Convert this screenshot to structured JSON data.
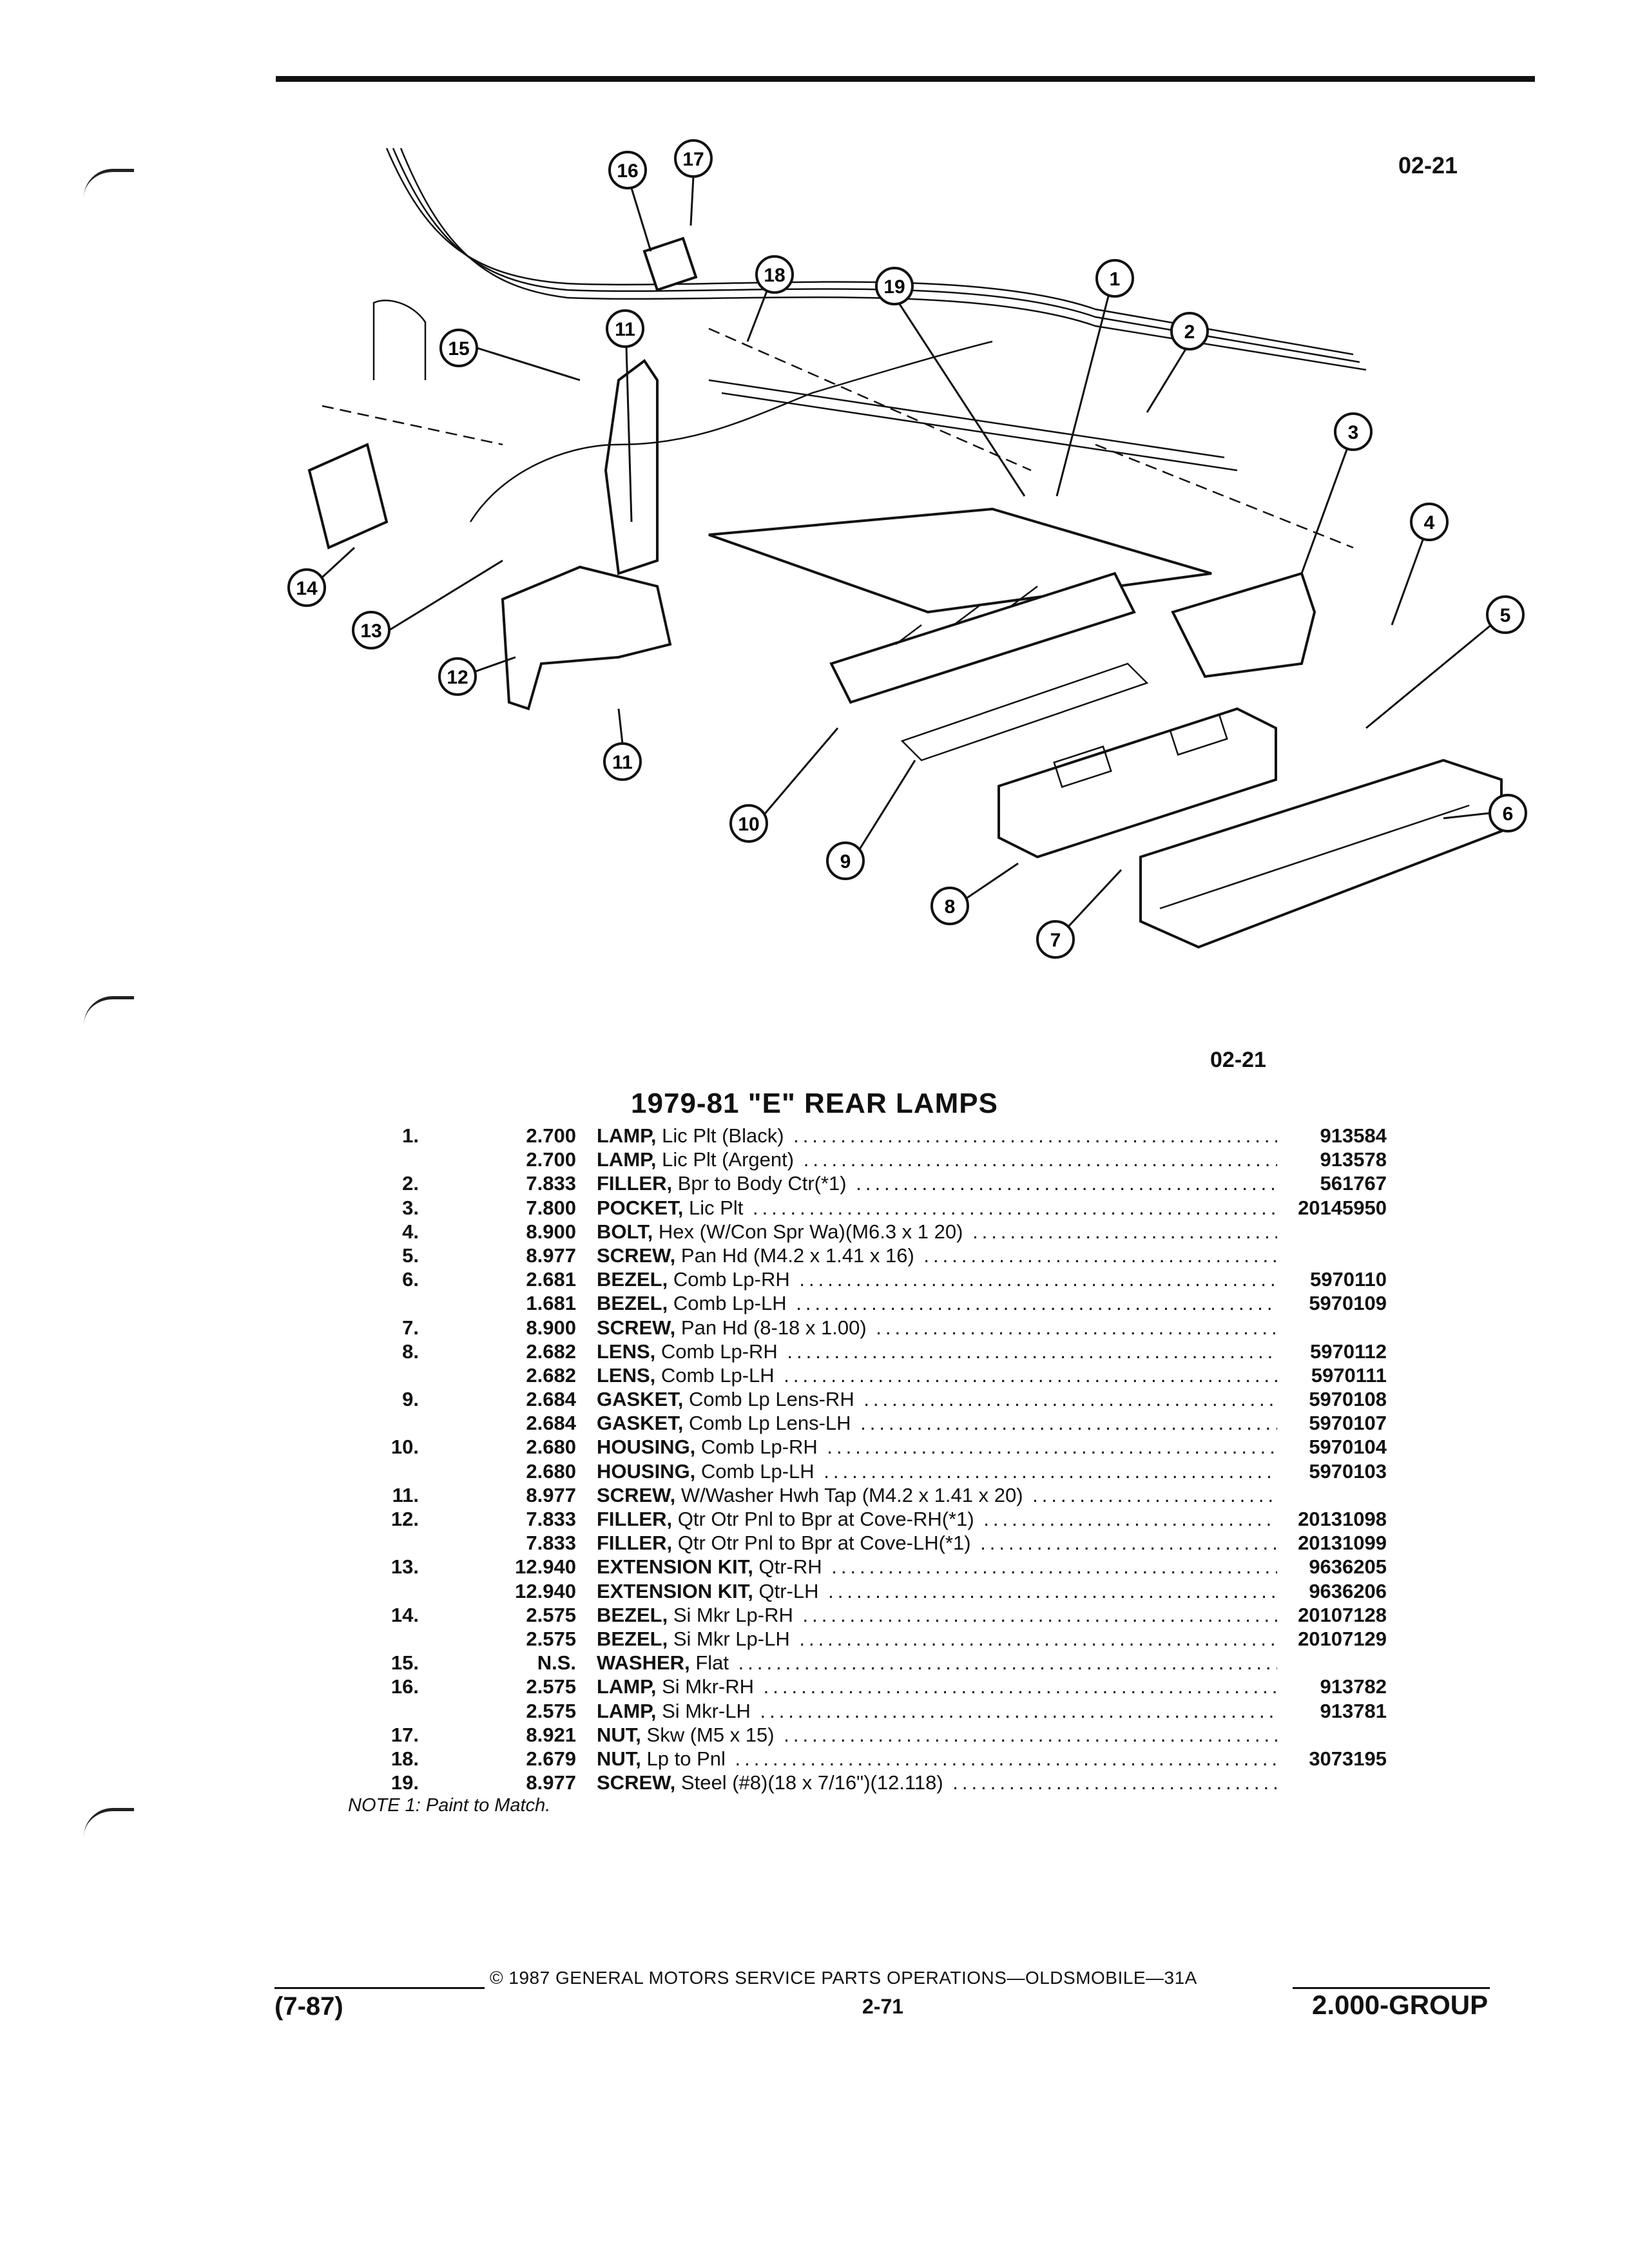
{
  "page_code_top": "02-21",
  "figure_code": "02-21",
  "title": "1979-81 \"E\" REAR LAMPS",
  "callouts": [
    "1",
    "2",
    "3",
    "4",
    "5",
    "6",
    "7",
    "8",
    "9",
    "10",
    "11",
    "12",
    "13",
    "14",
    "15",
    "16",
    "17",
    "18",
    "19"
  ],
  "parts": [
    {
      "num": "1.",
      "qty": "2.700",
      "name": "LAMP,",
      "desc": "Lic Plt (Black)",
      "pn": "913584"
    },
    {
      "num": "",
      "qty": "2.700",
      "name": "LAMP,",
      "desc": "Lic Plt (Argent)",
      "pn": "913578"
    },
    {
      "num": "2.",
      "qty": "7.833",
      "name": "FILLER,",
      "desc": "Bpr to Body Ctr(*1)",
      "pn": "561767"
    },
    {
      "num": "3.",
      "qty": "7.800",
      "name": "POCKET,",
      "desc": "Lic Plt",
      "pn": "20145950"
    },
    {
      "num": "4.",
      "qty": "8.900",
      "name": "BOLT,",
      "desc": "Hex (W/Con Spr Wa)(M6.3 x 1 20)",
      "pn": ""
    },
    {
      "num": "5.",
      "qty": "8.977",
      "name": "SCREW,",
      "desc": "Pan Hd (M4.2 x 1.41 x 16)",
      "pn": ""
    },
    {
      "num": "6.",
      "qty": "2.681",
      "name": "BEZEL,",
      "desc": "Comb Lp-RH",
      "pn": "5970110"
    },
    {
      "num": "",
      "qty": "1.681",
      "name": "BEZEL,",
      "desc": "Comb Lp-LH",
      "pn": "5970109"
    },
    {
      "num": "7.",
      "qty": "8.900",
      "name": "SCREW,",
      "desc": "Pan Hd (8-18 x 1.00)",
      "pn": ""
    },
    {
      "num": "8.",
      "qty": "2.682",
      "name": "LENS,",
      "desc": "Comb Lp-RH",
      "pn": "5970112"
    },
    {
      "num": "",
      "qty": "2.682",
      "name": "LENS,",
      "desc": "Comb Lp-LH",
      "pn": "5970111"
    },
    {
      "num": "9.",
      "qty": "2.684",
      "name": "GASKET,",
      "desc": "Comb Lp Lens-RH",
      "pn": "5970108"
    },
    {
      "num": "",
      "qty": "2.684",
      "name": "GASKET,",
      "desc": "Comb Lp Lens-LH",
      "pn": "5970107"
    },
    {
      "num": "10.",
      "qty": "2.680",
      "name": "HOUSING,",
      "desc": "Comb Lp-RH",
      "pn": "5970104"
    },
    {
      "num": "",
      "qty": "2.680",
      "name": "HOUSING,",
      "desc": "Comb Lp-LH",
      "pn": "5970103"
    },
    {
      "num": "11.",
      "qty": "8.977",
      "name": "SCREW,",
      "desc": "W/Washer Hwh Tap (M4.2 x 1.41 x 20)",
      "pn": ""
    },
    {
      "num": "12.",
      "qty": "7.833",
      "name": "FILLER,",
      "desc": "Qtr Otr Pnl to Bpr at Cove-RH(*1)",
      "pn": "20131098"
    },
    {
      "num": "",
      "qty": "7.833",
      "name": "FILLER,",
      "desc": "Qtr Otr Pnl to Bpr at Cove-LH(*1)",
      "pn": "20131099"
    },
    {
      "num": "13.",
      "qty": "12.940",
      "name": "EXTENSION KIT,",
      "desc": "Qtr-RH",
      "pn": "9636205"
    },
    {
      "num": "",
      "qty": "12.940",
      "name": "EXTENSION KIT,",
      "desc": "Qtr-LH",
      "pn": "9636206"
    },
    {
      "num": "14.",
      "qty": "2.575",
      "name": "BEZEL,",
      "desc": "Si Mkr Lp-RH",
      "pn": "20107128"
    },
    {
      "num": "",
      "qty": "2.575",
      "name": "BEZEL,",
      "desc": "Si Mkr Lp-LH",
      "pn": "20107129"
    },
    {
      "num": "15.",
      "qty": "N.S.",
      "name": "WASHER,",
      "desc": "Flat",
      "pn": ""
    },
    {
      "num": "16.",
      "qty": "2.575",
      "name": "LAMP,",
      "desc": "Si Mkr-RH",
      "pn": "913782"
    },
    {
      "num": "",
      "qty": "2.575",
      "name": "LAMP,",
      "desc": "Si Mkr-LH",
      "pn": "913781"
    },
    {
      "num": "17.",
      "qty": "8.921",
      "name": "NUT,",
      "desc": "Skw (M5 x 15)",
      "pn": ""
    },
    {
      "num": "18.",
      "qty": "2.679",
      "name": "NUT,",
      "desc": "Lp to Pnl",
      "pn": "3073195"
    },
    {
      "num": "19.",
      "qty": "8.977",
      "name": "SCREW,",
      "desc": "Steel (#8)(18 x 7/16\")(12.118)",
      "pn": ""
    }
  ],
  "note": "NOTE 1: Paint to Match.",
  "footer": {
    "copyright": "© 1987 GENERAL MOTORS SERVICE PARTS OPERATIONS—OLDSMOBILE—31A",
    "left": "(7-87)",
    "page": "2-71",
    "right": "2.000-GROUP"
  }
}
